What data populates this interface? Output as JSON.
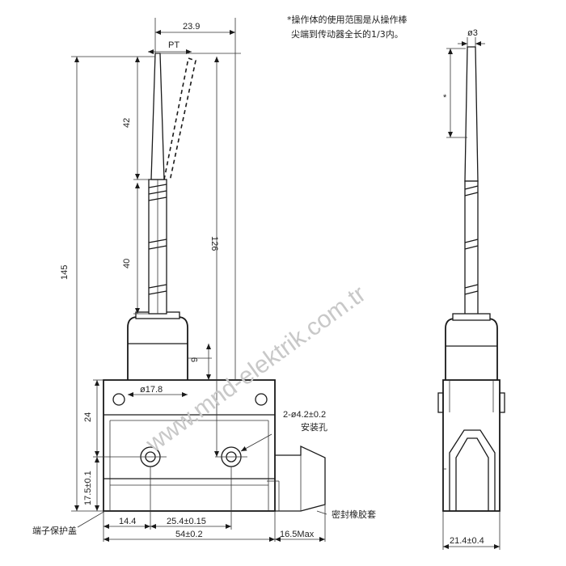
{
  "note": {
    "line1": "*操作体的使用范围是从操作棒",
    "line2": "尖端到传动器全长的1/3内。"
  },
  "dimensions": {
    "width_top": "23.9",
    "pt": "PT",
    "rod_top_42": "42",
    "rod_mid_40": "40",
    "total_145": "145",
    "height_126": "126",
    "dim_9": "9",
    "bushing_dia": "ø17.8",
    "body_24": "24",
    "body_17_5": "17.5±0.1",
    "left_14_4": "14.4",
    "hole_pitch": "25.4±0.15",
    "body_width": "54±0.2",
    "side_16_5": "16.5Max",
    "side_width": "21.4±0.4",
    "rod_dia": "ø3",
    "star": "*"
  },
  "labels": {
    "holes": "2-ø4.2±0.2",
    "holes_cn": "安装孔",
    "terminal_cover": "端子保护盖",
    "seal": "密封橡胶套"
  },
  "watermark": "www.mnd-elektrik.com.tr"
}
